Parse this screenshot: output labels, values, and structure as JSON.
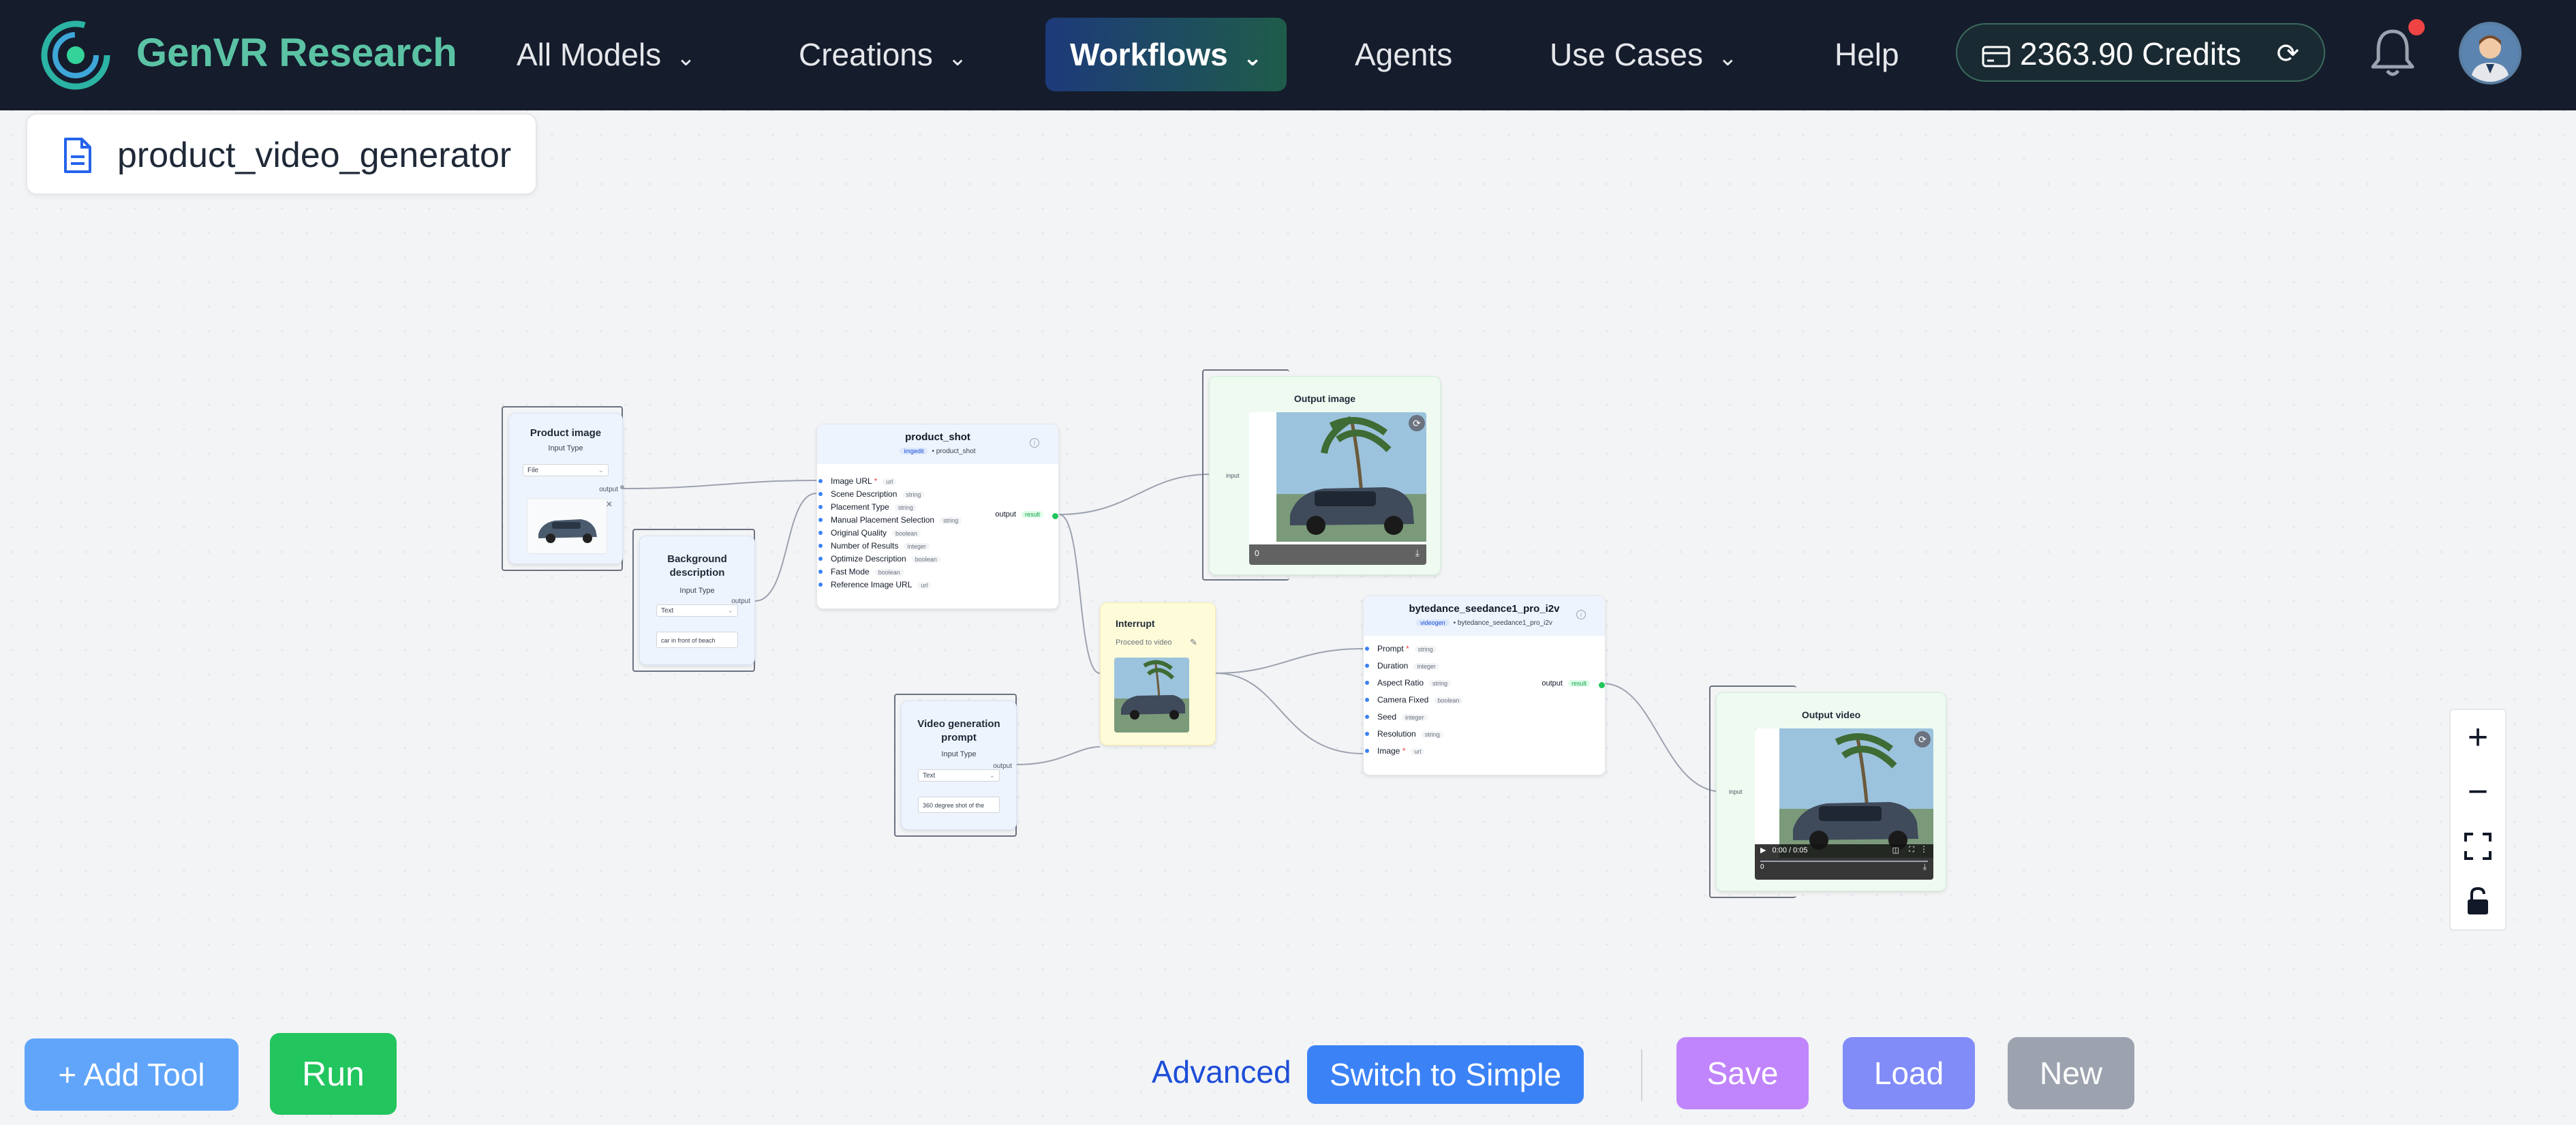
{
  "app": {
    "brand": "GenVR Research",
    "accent": "#34d399"
  },
  "nav": {
    "items": [
      {
        "label": "All Models",
        "dropdown": true
      },
      {
        "label": "Creations",
        "dropdown": true
      },
      {
        "label": "Workflows",
        "dropdown": true,
        "active": true
      },
      {
        "label": "Agents",
        "dropdown": false
      },
      {
        "label": "Use Cases",
        "dropdown": true
      },
      {
        "label": "Help",
        "dropdown": false
      }
    ],
    "credits": "2363.90 Credits",
    "icons": [
      "credit-card-icon",
      "refresh-icon",
      "bell-icon",
      "avatar"
    ]
  },
  "file_tab": {
    "name": "product_video_generator",
    "icon": "document-icon"
  },
  "nodes": {
    "product_image": {
      "title": "Product image",
      "input_type_label": "Input Type",
      "input_type_value": "File",
      "output_label": "output",
      "remove_icon": "close-icon"
    },
    "background_description": {
      "title": "Background description",
      "input_type_label": "Input Type",
      "input_type_value": "Text",
      "output_label": "output",
      "text_value": "car in front of beach"
    },
    "video_prompt": {
      "title": "Video generation prompt",
      "input_type_label": "Input Type",
      "input_type_value": "Text",
      "output_label": "output",
      "text_value": "360 degree shot of the"
    },
    "product_shot": {
      "title": "product_shot",
      "badge": "imgedit",
      "subtitle": "product_shot",
      "params": [
        {
          "name": "Image URL",
          "required": true,
          "type": "url"
        },
        {
          "name": "Scene Description",
          "required": false,
          "type": "string"
        },
        {
          "name": "Placement Type",
          "required": false,
          "type": "string"
        },
        {
          "name": "Manual Placement Selection",
          "required": false,
          "type": "string"
        },
        {
          "name": "Original Quality",
          "required": false,
          "type": "boolean"
        },
        {
          "name": "Number of Results",
          "required": false,
          "type": "integer"
        },
        {
          "name": "Optimize Description",
          "required": false,
          "type": "boolean"
        },
        {
          "name": "Fast Mode",
          "required": false,
          "type": "boolean"
        },
        {
          "name": "Reference Image URL",
          "required": false,
          "type": "url"
        }
      ],
      "output_label": "output",
      "output_badge": "result"
    },
    "output_image": {
      "title": "Output image",
      "input_label": "input",
      "counter": "0"
    },
    "interrupt": {
      "title": "Interrupt",
      "subtitle": "Proceed to video"
    },
    "seedance": {
      "title": "bytedance_seedance1_pro_i2v",
      "badge": "videogen",
      "subtitle": "bytedance_seedance1_pro_i2v",
      "params": [
        {
          "name": "Prompt",
          "required": true,
          "type": "string"
        },
        {
          "name": "Duration",
          "required": false,
          "type": "integer"
        },
        {
          "name": "Aspect Ratio",
          "required": false,
          "type": "string"
        },
        {
          "name": "Camera Fixed",
          "required": false,
          "type": "boolean"
        },
        {
          "name": "Seed",
          "required": false,
          "type": "integer"
        },
        {
          "name": "Resolution",
          "required": false,
          "type": "string"
        },
        {
          "name": "Image",
          "required": true,
          "type": "url"
        }
      ],
      "output_label": "output",
      "output_badge": "result"
    },
    "output_video": {
      "title": "Output video",
      "input_label": "input",
      "time": "0:00 / 0:05",
      "counter": "0"
    }
  },
  "zoom_controls": [
    "plus-icon",
    "minus-icon",
    "fit-view-icon",
    "lock-icon"
  ],
  "bottom_bar": {
    "add_tool": "+ Add Tool",
    "run": "Run",
    "mode_label": "Advanced",
    "switch": "Switch to Simple",
    "save": "Save",
    "load": "Load",
    "new": "New"
  },
  "colors": {
    "nav_bg": "#151c2c",
    "add_tool": "#60a5fa",
    "run": "#22c55e",
    "switch": "#3b82f6",
    "save": "#c084fc",
    "load": "#818cf8",
    "new": "#9ca3af"
  }
}
